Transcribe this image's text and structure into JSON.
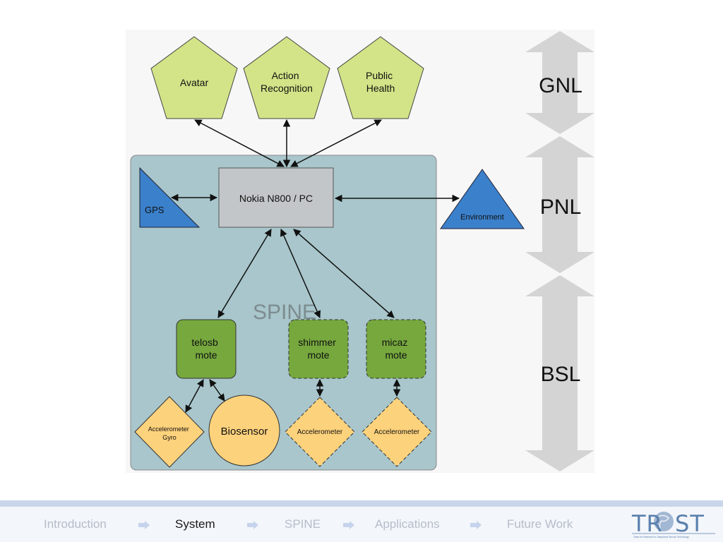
{
  "diagram": {
    "apps": [
      {
        "lines": [
          "Avatar"
        ]
      },
      {
        "lines": [
          "Action",
          "Recognition"
        ]
      },
      {
        "lines": [
          "Public",
          "Health"
        ]
      }
    ],
    "hub_label": "Nokia N800 / PC",
    "gps_label": "GPS",
    "environment_label": "Environment",
    "spine_label": "SPINE",
    "motes": [
      {
        "lines": [
          "telosb",
          "mote"
        ],
        "dashed": false
      },
      {
        "lines": [
          "shimmer",
          "mote"
        ],
        "dashed": true
      },
      {
        "lines": [
          "micaz",
          "mote"
        ],
        "dashed": true
      }
    ],
    "sensors": {
      "accel_gyro": [
        "Accelerometer",
        "Gyro"
      ],
      "biosensor": "Biosensor",
      "accelerometer": "Accelerometer"
    },
    "layers": [
      "GNL",
      "PNL",
      "BSL"
    ],
    "colors": {
      "app": "#d2e487",
      "panel": "#a8c6cb",
      "mote": "#76a83e",
      "sensor": "#fdd27c",
      "triangle": "#3b80cb",
      "hub": "#c3c6c8",
      "layer_arrow": "#d4d4d4"
    }
  },
  "footer": {
    "nav": [
      {
        "label": "Introduction",
        "active": false
      },
      {
        "label": "System",
        "active": true
      },
      {
        "label": "SPINE",
        "active": false
      },
      {
        "label": "Applications",
        "active": false
      },
      {
        "label": "Future Work",
        "active": false
      }
    ],
    "logo_text": "TROST",
    "logo_tagline": "Team for Research in Ubiquitous Secure Technology"
  }
}
